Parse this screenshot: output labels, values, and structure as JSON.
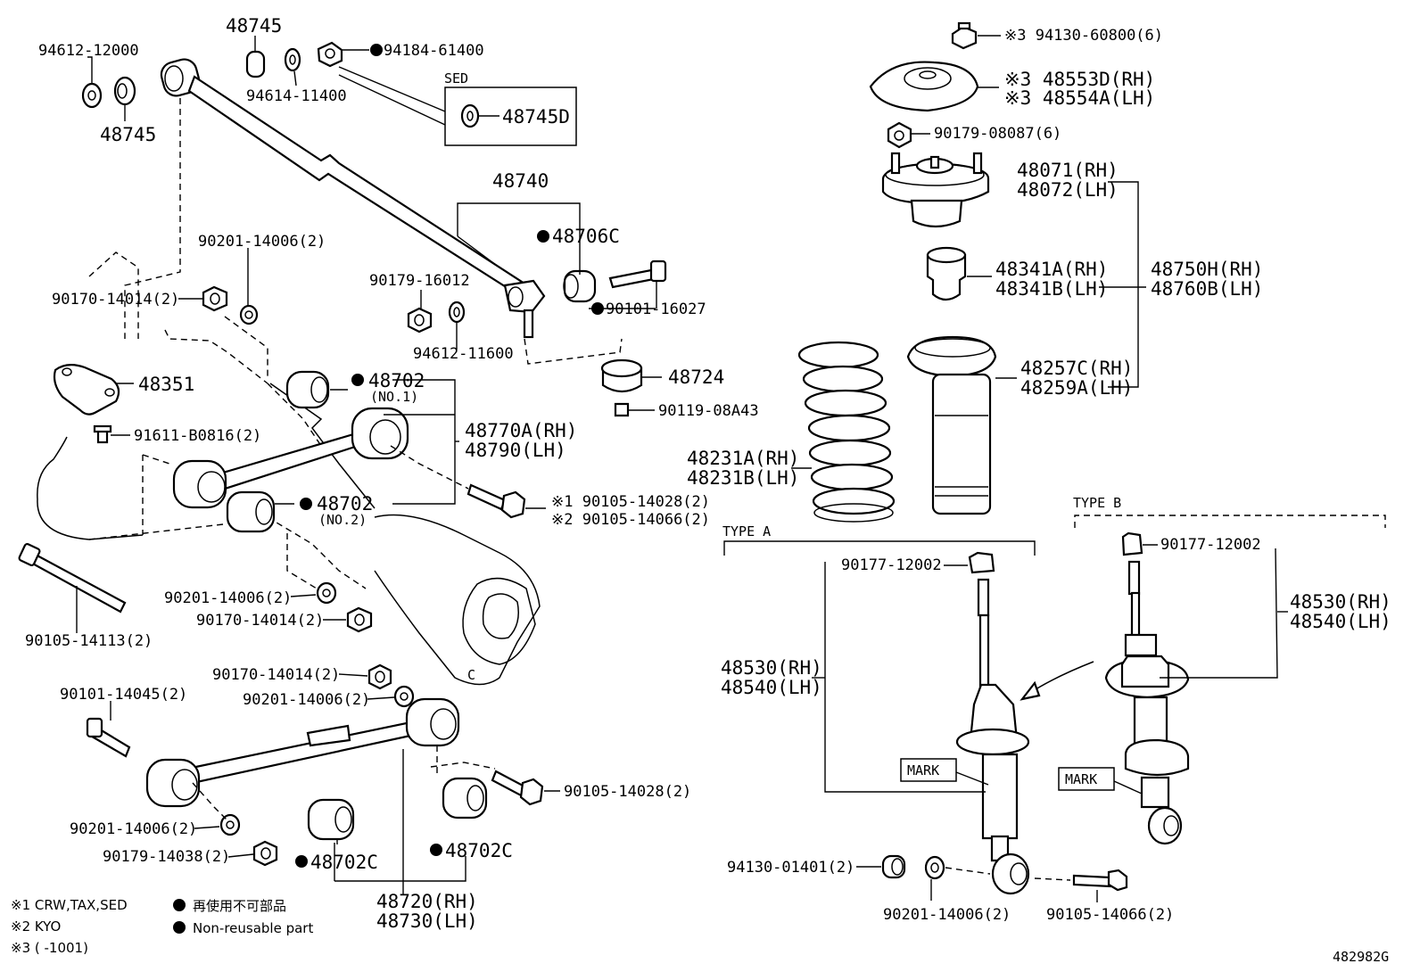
{
  "callouts": [
    {
      "id": "c1",
      "text": "94612-12000"
    },
    {
      "id": "c2",
      "text": "48745"
    },
    {
      "id": "c3",
      "text": "48745"
    },
    {
      "id": "c4",
      "text": "94184-61400"
    },
    {
      "id": "c5",
      "text": "94614-11400"
    },
    {
      "id": "c6",
      "text": "SED"
    },
    {
      "id": "c7",
      "text": "48745D"
    },
    {
      "id": "c8",
      "text": "48740"
    },
    {
      "id": "c9",
      "text": "48706C"
    },
    {
      "id": "c10",
      "text": "90201-14006(2)"
    },
    {
      "id": "c11",
      "text": "90179-16012"
    },
    {
      "id": "c12",
      "text": "90101-16027"
    },
    {
      "id": "c13",
      "text": "90170-14014(2)"
    },
    {
      "id": "c14",
      "text": "94612-11600"
    },
    {
      "id": "c15",
      "text": "48724"
    },
    {
      "id": "c16",
      "text": "48351"
    },
    {
      "id": "c17",
      "text": "48702"
    },
    {
      "id": "c18",
      "text": "(NO.1)"
    },
    {
      "id": "c19",
      "text": "90119-08A43"
    },
    {
      "id": "c20",
      "text": "91611-B0816(2)"
    },
    {
      "id": "c21",
      "text": "48770A(RH)"
    },
    {
      "id": "c22",
      "text": "48790(LH)"
    },
    {
      "id": "c23",
      "text": "48702"
    },
    {
      "id": "c24",
      "text": "(NO.2)"
    },
    {
      "id": "c25",
      "text": "※1 90105-14028(2)"
    },
    {
      "id": "c26",
      "text": "※2 90105-14066(2)"
    },
    {
      "id": "c27",
      "text": "90201-14006(2)"
    },
    {
      "id": "c28",
      "text": "90170-14014(2)"
    },
    {
      "id": "c29",
      "text": "90105-14113(2)"
    },
    {
      "id": "c30",
      "text": "90170-14014(2)"
    },
    {
      "id": "c31",
      "text": "90101-14045(2)"
    },
    {
      "id": "c32",
      "text": "90201-14006(2)"
    },
    {
      "id": "c33",
      "text": "90105-14028(2)"
    },
    {
      "id": "c34",
      "text": "90201-14006(2)"
    },
    {
      "id": "c35",
      "text": "90179-14038(2)"
    },
    {
      "id": "c36",
      "text": "48702C"
    },
    {
      "id": "c37",
      "text": "48702C"
    },
    {
      "id": "c38",
      "text": "48720(RH)"
    },
    {
      "id": "c39",
      "text": "48730(LH)"
    },
    {
      "id": "c40",
      "text": "※3 94130-60800(6)"
    },
    {
      "id": "c41",
      "text": "※3 48553D(RH)"
    },
    {
      "id": "c42",
      "text": "※3 48554A(LH)"
    },
    {
      "id": "c43",
      "text": "90179-08087(6)"
    },
    {
      "id": "c44",
      "text": "48071(RH)"
    },
    {
      "id": "c45",
      "text": "48072(LH)"
    },
    {
      "id": "c46",
      "text": "48341A(RH)"
    },
    {
      "id": "c47",
      "text": "48341B(LH)"
    },
    {
      "id": "c48",
      "text": "48750H(RH)"
    },
    {
      "id": "c49",
      "text": "48760B(LH)"
    },
    {
      "id": "c50",
      "text": "48257C(RH)"
    },
    {
      "id": "c51",
      "text": "48259A(LH)"
    },
    {
      "id": "c52",
      "text": "48231A(RH)"
    },
    {
      "id": "c53",
      "text": "48231B(LH)"
    },
    {
      "id": "c54",
      "text": "TYPE A"
    },
    {
      "id": "c55",
      "text": "TYPE B"
    },
    {
      "id": "c56",
      "text": "90177-12002"
    },
    {
      "id": "c57",
      "text": "90177-12002"
    },
    {
      "id": "c58",
      "text": "48530(RH)"
    },
    {
      "id": "c59",
      "text": "48540(LH)"
    },
    {
      "id": "c60",
      "text": "48530(RH)"
    },
    {
      "id": "c61",
      "text": "48540(LH)"
    },
    {
      "id": "c62",
      "text": "MARK"
    },
    {
      "id": "c63",
      "text": "MARK"
    },
    {
      "id": "c64",
      "text": "94130-01401(2)"
    },
    {
      "id": "c65",
      "text": "90201-14006(2)"
    },
    {
      "id": "c66",
      "text": "90105-14066(2)"
    },
    {
      "id": "c67",
      "text": "C"
    }
  ],
  "notes": [
    {
      "id": "n1",
      "text": "※1 CRW,TAX,SED"
    },
    {
      "id": "n2",
      "text": "※2 KYO"
    },
    {
      "id": "n3",
      "text": "※3 (      -1001)"
    },
    {
      "id": "n4",
      "text": "再使用不可部品"
    },
    {
      "id": "n5",
      "text": "Non-reusable part"
    }
  ],
  "figure_id": "482982G"
}
